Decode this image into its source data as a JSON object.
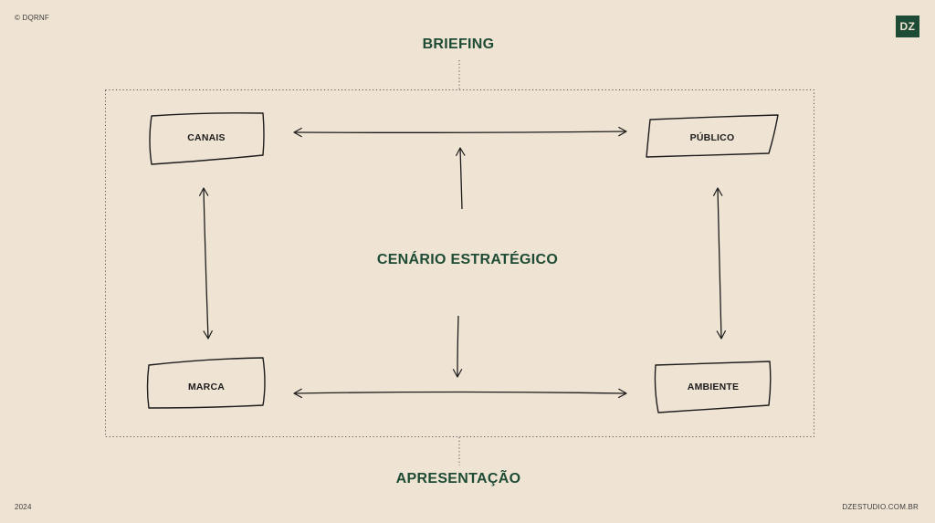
{
  "header": {
    "copyright": "© DQRNF",
    "logo_text": "DZ"
  },
  "footer": {
    "year": "2024",
    "website": "DZESTUDIO.COM.BR"
  },
  "diagram": {
    "top_label": "BRIEFING",
    "bottom_label": "APRESENTAÇÃO",
    "center_label": "CENÁRIO ESTRATÉGICO",
    "nodes": {
      "canais": "CANAIS",
      "publico": "PÚBLICO",
      "marca": "MARCA",
      "ambiente": "AMBIENTE"
    },
    "colors": {
      "accent": "#1e4b35",
      "background": "#efe4d3",
      "stroke": "#1c1c1c"
    }
  }
}
